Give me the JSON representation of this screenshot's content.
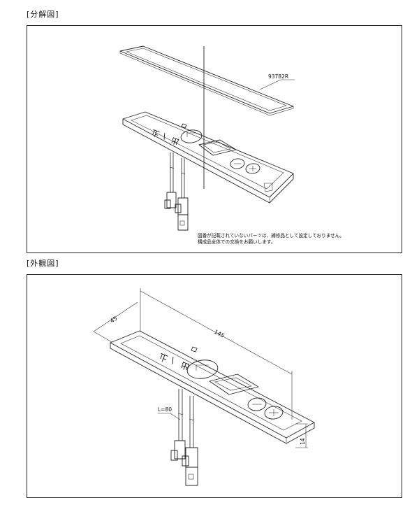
{
  "exploded": {
    "title": "[分解図]",
    "part_number": "93782R",
    "note_line1": "図番が記載されていないパーツは、補修品として設定しておりません。",
    "note_line2": "構成品全体での交換をお願いします。"
  },
  "exterior": {
    "title": "[外観図]",
    "dim_length": "145",
    "dim_width": "45",
    "dim_cable": "L=80",
    "dim_thickness": "14"
  },
  "panel_labels": {
    "off": "止",
    "slash": "/",
    "on": "出",
    "minus": "−",
    "plus": "+"
  }
}
